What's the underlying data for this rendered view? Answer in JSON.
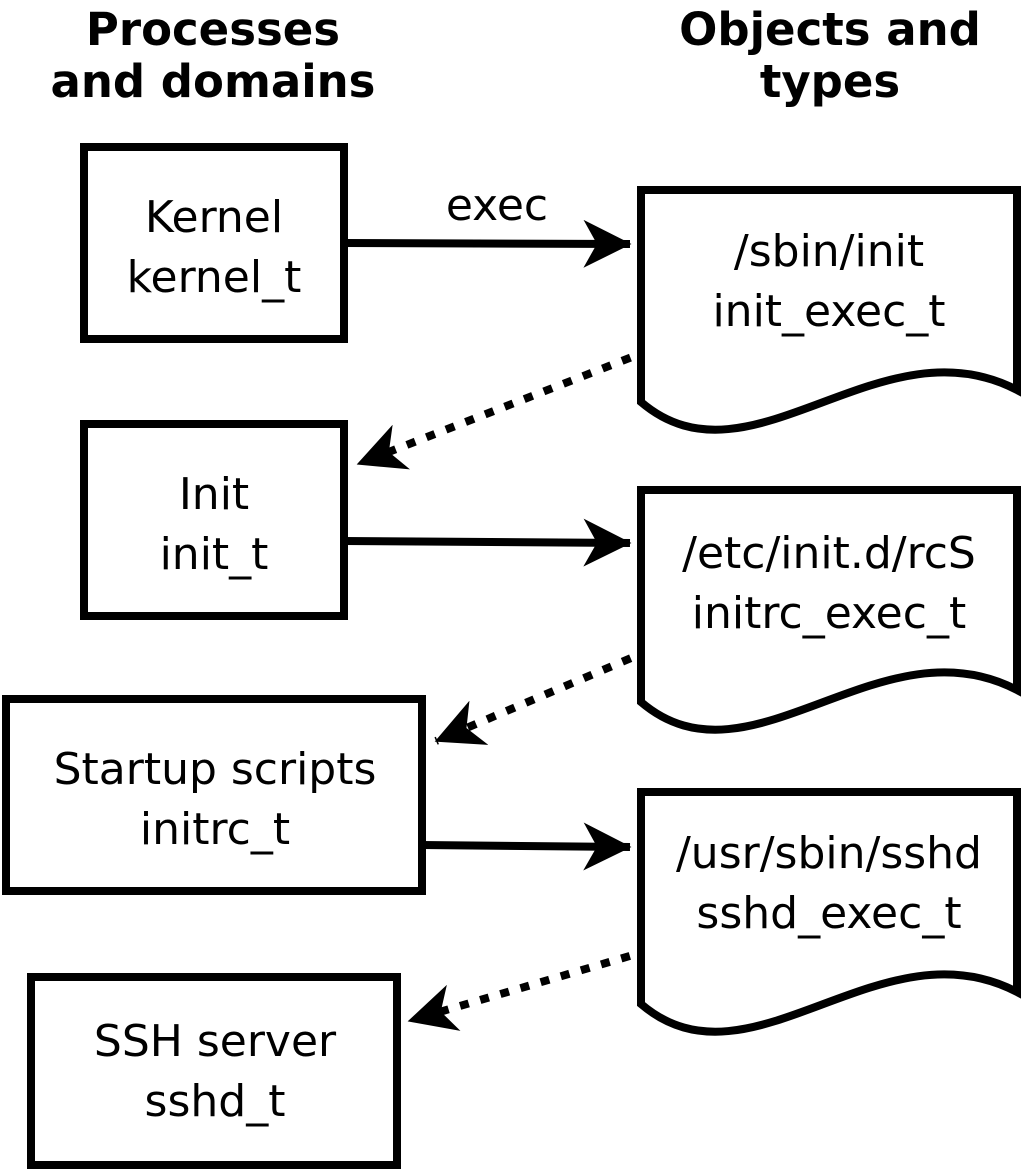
{
  "diagram": {
    "column_headers": {
      "left": {
        "line1": "Processes",
        "line2": "and domains"
      },
      "right": {
        "line1": "Objects and",
        "line2": "types"
      }
    },
    "process_boxes": [
      {
        "name": "Kernel",
        "domain": "kernel_t"
      },
      {
        "name": "Init",
        "domain": "init_t"
      },
      {
        "name": "Startup scripts",
        "domain": "initrc_t"
      },
      {
        "name": "SSH server",
        "domain": "sshd_t"
      }
    ],
    "object_docs": [
      {
        "path": "/sbin/init",
        "type": "init_exec_t"
      },
      {
        "path": "/etc/init.d/rcS",
        "type": "initrc_exec_t"
      },
      {
        "path": "/usr/sbin/sshd",
        "type": "sshd_exec_t"
      }
    ],
    "arrows": [
      {
        "style": "solid",
        "label": "exec",
        "from": "Kernel",
        "to": "/sbin/init"
      },
      {
        "style": "dotted",
        "label": "",
        "from": "/sbin/init",
        "to": "Init"
      },
      {
        "style": "solid",
        "label": "",
        "from": "Init",
        "to": "/etc/init.d/rcS"
      },
      {
        "style": "dotted",
        "label": "",
        "from": "/etc/init.d/rcS",
        "to": "Startup scripts"
      },
      {
        "style": "solid",
        "label": "",
        "from": "Startup scripts",
        "to": "/usr/sbin/sshd"
      },
      {
        "style": "dotted",
        "label": "",
        "from": "/usr/sbin/sshd",
        "to": "SSH server"
      }
    ],
    "colors": {
      "line": "#000000",
      "fill": "#ffffff",
      "text": "#000000"
    }
  }
}
